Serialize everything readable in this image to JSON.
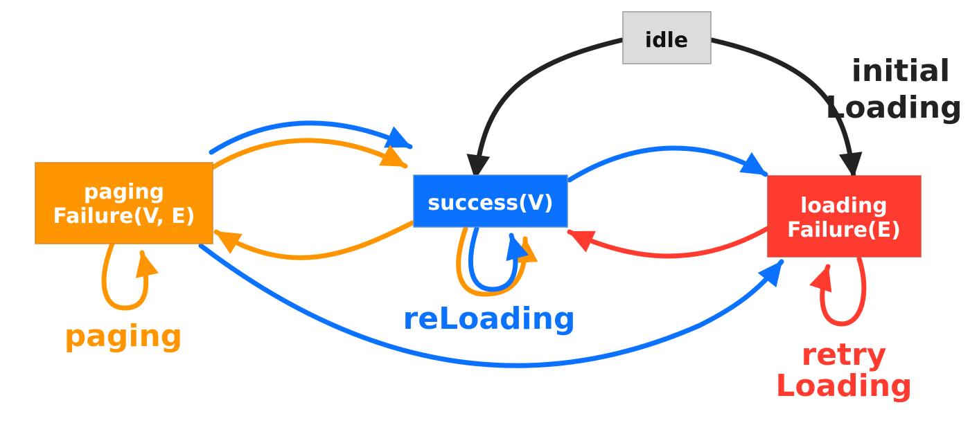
{
  "colors": {
    "black": "#222222",
    "blue": "#0a72ff",
    "orange": "#ff9500",
    "red": "#ff3b30",
    "idle_fill": "#dcdcdc",
    "white": "#ffffff"
  },
  "nodes": {
    "idle": {
      "lines": [
        "idle"
      ]
    },
    "success": {
      "lines": [
        "success(V)"
      ]
    },
    "paging_failure": {
      "lines": [
        "paging",
        "Failure(V, E)"
      ]
    },
    "loading_failure": {
      "lines": [
        "loading",
        "Failure(E)"
      ]
    }
  },
  "labels": {
    "initial_loading": [
      "initial",
      "Loading"
    ],
    "reloading": "reLoading",
    "paging": "paging",
    "retry_loading": [
      "retry",
      "Loading"
    ]
  }
}
